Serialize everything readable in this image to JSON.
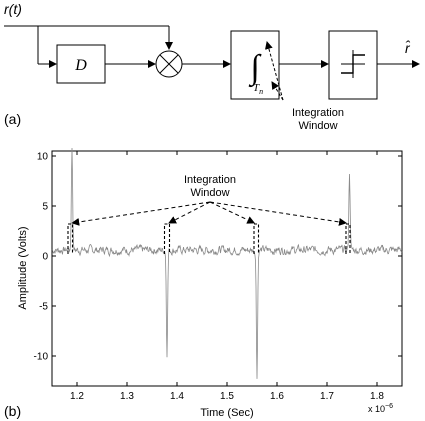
{
  "panel_a": {
    "label": "(a)",
    "input_label": "r(t)",
    "delay_label": "D",
    "integrator_subscript": "T",
    "integrator_subscript_index": "n",
    "output_label": "r̂",
    "window_label_line1": "Integration",
    "window_label_line2": "Window"
  },
  "panel_b": {
    "label": "(b)",
    "window_label_line1": "Integration",
    "window_label_line2": "Window",
    "x_scale_label": "x 10",
    "x_scale_exp": "−6"
  },
  "chart_data": {
    "type": "line",
    "xlabel": "Time (Sec)",
    "ylabel": "Amplitude (Volts)",
    "xlim": [
      1.15,
      1.85
    ],
    "ylim": [
      -13,
      10.5
    ],
    "x_ticks": [
      "1.2",
      "1.3",
      "1.4",
      "1.5",
      "1.6",
      "1.7",
      "1.8"
    ],
    "y_ticks": [
      "10",
      "5",
      "0",
      "-5",
      "-10"
    ],
    "x_tick_values": [
      1.2,
      1.3,
      1.4,
      1.5,
      1.6,
      1.7,
      1.8
    ],
    "y_tick_values": [
      10,
      5,
      0,
      -5,
      -10
    ],
    "pulses": [
      {
        "x": 1.19,
        "peak": 10.3
      },
      {
        "x": 1.38,
        "peak": -10.2
      },
      {
        "x": 1.56,
        "peak": -12.5
      },
      {
        "x": 1.745,
        "peak": 7.8
      }
    ],
    "window_boxes": [
      {
        "x_start": 1.182,
        "x_end": 1.191,
        "level": 3.2
      },
      {
        "x_start": 1.375,
        "x_end": 1.385,
        "level": 3.2
      },
      {
        "x_start": 1.554,
        "x_end": 1.563,
        "level": 3.2
      },
      {
        "x_start": 1.738,
        "x_end": 1.746,
        "level": 3.2
      }
    ],
    "noise_level": 0.6,
    "line_color": "#8a8a8a"
  }
}
